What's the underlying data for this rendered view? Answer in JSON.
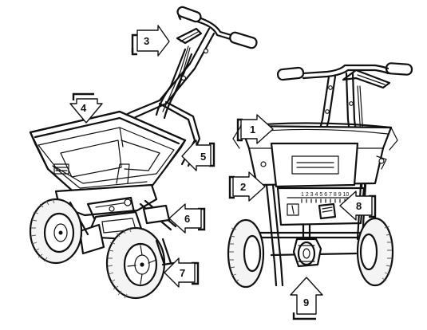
{
  "callouts": [
    {
      "id": "1",
      "label": "1"
    },
    {
      "id": "2",
      "label": "2"
    },
    {
      "id": "3",
      "label": "3"
    },
    {
      "id": "4",
      "label": "4"
    },
    {
      "id": "5",
      "label": "5"
    },
    {
      "id": "6",
      "label": "6"
    },
    {
      "id": "7",
      "label": "7"
    },
    {
      "id": "8",
      "label": "8"
    },
    {
      "id": "9",
      "label": "9"
    }
  ],
  "flow_scale": {
    "numbers": "1 2 3 4 5 6 7 8 9 10"
  },
  "colors": {
    "line": "#111111",
    "background": "#ffffff"
  }
}
